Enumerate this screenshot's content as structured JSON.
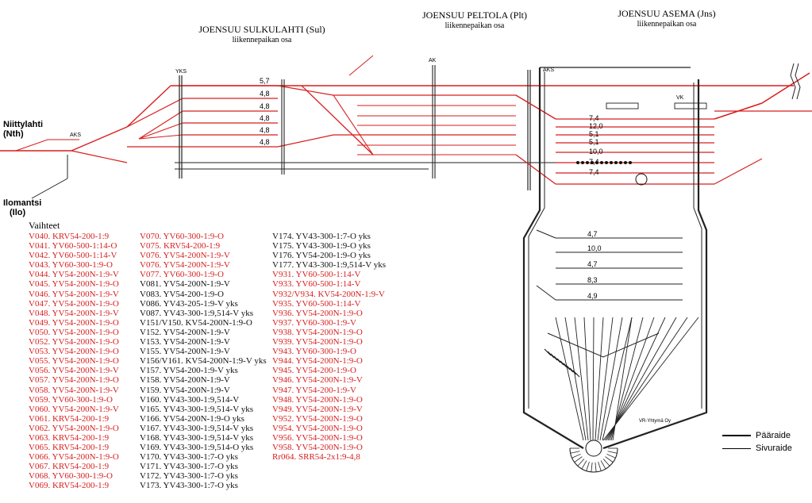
{
  "stations": {
    "sulkulahti": {
      "name": "JOENSUU SULKULAHTI (Sul)",
      "sub": "liikennepaikan osa"
    },
    "peltola": {
      "name": "JOENSUU PELTOLA (Plt)",
      "sub": "liikennepaikan osa"
    },
    "asema": {
      "name": "JOENSUU ASEMA (Jns)",
      "sub": "liikennepaikan osa"
    }
  },
  "places": {
    "niittylahti": "Niittylahti",
    "niittylahti_code": "(Nth)",
    "ilomantsi": "Ilomantsi",
    "ilomantsi_code": "(Ilo)"
  },
  "vaihteet": {
    "title": "Vaihteet",
    "col1": [
      {
        "t": "V040. KRV54-200-1:9",
        "c": "red"
      },
      {
        "t": "V041. YV60-500-1:14-O",
        "c": "red"
      },
      {
        "t": "V042. YV60-500-1:14-V",
        "c": "red"
      },
      {
        "t": "V043. YV60-300-1:9-O",
        "c": "red"
      },
      {
        "t": "V044. YV54-200N-1:9-V",
        "c": "red"
      },
      {
        "t": "V045. YV54-200N-1:9-O",
        "c": "red"
      },
      {
        "t": "V046. YV54-200N-1:9-V",
        "c": "red"
      },
      {
        "t": "V047. YV54-200N-1:9-O",
        "c": "red"
      },
      {
        "t": "V048. YV54-200N-1:9-V",
        "c": "red"
      },
      {
        "t": "V049. YV54-200N-1:9-O",
        "c": "red"
      },
      {
        "t": "V050. YV54-200N-1:9-O",
        "c": "red"
      },
      {
        "t": "V052. YV54-200N-1:9-O",
        "c": "red"
      },
      {
        "t": "V053. YV54-200N-1:9-O",
        "c": "red"
      },
      {
        "t": "V055. YV54-200N-1:9-O",
        "c": "red"
      },
      {
        "t": "V056. YV54-200N-1:9-V",
        "c": "red"
      },
      {
        "t": "V057. YV54-200N-1:9-O",
        "c": "red"
      },
      {
        "t": "V058. YV54-200N-1:9-V",
        "c": "red"
      },
      {
        "t": "V059. YV60-300-1:9-O",
        "c": "red"
      },
      {
        "t": "V060. YV54-200N-1:9-V",
        "c": "red"
      },
      {
        "t": "V061. KRV54-200-1:9",
        "c": "red"
      },
      {
        "t": "V062. YV54-200N-1:9-O",
        "c": "red"
      },
      {
        "t": "V063. KRV54-200-1:9",
        "c": "red"
      },
      {
        "t": "V065. KRV54-200-1:9",
        "c": "red"
      },
      {
        "t": "V066. YV54-200N-1:9-O",
        "c": "red"
      },
      {
        "t": "V067. KRV54-200-1:9",
        "c": "red"
      },
      {
        "t": "V068. YV60-300-1:9-O",
        "c": "red"
      },
      {
        "t": "V069. KRV54-200-1:9",
        "c": "red"
      }
    ],
    "col2": [
      {
        "t": "V070. YV60-300-1:9-O",
        "c": "red"
      },
      {
        "t": "V075. KRV54-200-1:9",
        "c": "red"
      },
      {
        "t": "V076. YV54-200N-1:9-V",
        "c": "red"
      },
      {
        "t": "V076. YV54-200N-1:9-V",
        "c": "red"
      },
      {
        "t": "V077. YV60-300-1:9-O",
        "c": "red"
      },
      {
        "t": "V081. YV54-200N-1:9-V",
        "c": "blk"
      },
      {
        "t": "V083. YV54-200-1:9-O",
        "c": "blk"
      },
      {
        "t": "V086. YV43-205-1:9-V yks",
        "c": "blk"
      },
      {
        "t": "V087. YV43-300-1:9,514-V yks",
        "c": "blk"
      },
      {
        "t": "V151/V150. KV54-200N-1:9-O",
        "c": "blk"
      },
      {
        "t": "V152. YV54-200N-1:9-V",
        "c": "blk"
      },
      {
        "t": "V153. YV54-200N-1:9-V",
        "c": "blk"
      },
      {
        "t": "V155. YV54-200N-1:9-V",
        "c": "blk"
      },
      {
        "t": "V156/V161. KV54-200N-1:9-V yks",
        "c": "blk"
      },
      {
        "t": "V157. YV54-200-1:9-V yks",
        "c": "blk"
      },
      {
        "t": "V158. YV54-200N-1:9-V",
        "c": "blk"
      },
      {
        "t": "V159. YV54-200N-1:9-V",
        "c": "blk"
      },
      {
        "t": "V160. YV43-300-1:9,514-V",
        "c": "blk"
      },
      {
        "t": "V165. YV43-300-1:9,514-V yks",
        "c": "blk"
      },
      {
        "t": "V166. YV54-200N-1:9-O yks",
        "c": "blk"
      },
      {
        "t": "V167. YV43-300-1:9,514-V yks",
        "c": "blk"
      },
      {
        "t": "V168. YV43-300-1:9,514-V yks",
        "c": "blk"
      },
      {
        "t": "V169. YV43-300-1:9,514-O yks",
        "c": "blk"
      },
      {
        "t": "V170. YV43-300-1:7-O yks",
        "c": "blk"
      },
      {
        "t": "V171. YV43-300-1:7-O yks",
        "c": "blk"
      },
      {
        "t": "V172. YV43-300-1:7-O yks",
        "c": "blk"
      },
      {
        "t": "V173. YV43-300-1:7-O yks",
        "c": "blk"
      }
    ],
    "col3": [
      {
        "t": "V174. YV43-300-1:7-O yks",
        "c": "blk"
      },
      {
        "t": "V175. YV43-300-1:9-O yks",
        "c": "blk"
      },
      {
        "t": "V176. YV54-200-1:9-O yks",
        "c": "blk"
      },
      {
        "t": "V177. YV43-300-1:9,514-V yks",
        "c": "blk"
      },
      {
        "t": "V931. YV60-500-1:14-V",
        "c": "red"
      },
      {
        "t": "V933. YV60-500-1:14-V",
        "c": "red"
      },
      {
        "t": "V932/V934. KV54-200N-1:9-V",
        "c": "red"
      },
      {
        "t": "V935. YV60-500-1:14-V",
        "c": "red"
      },
      {
        "t": "V936. YV54-200N-1:9-O",
        "c": "red"
      },
      {
        "t": "V937. YV60-300-1:9-V",
        "c": "red"
      },
      {
        "t": "V938. YV54-200N-1:9-O",
        "c": "red"
      },
      {
        "t": "V939. YV54-200N-1:9-O",
        "c": "red"
      },
      {
        "t": "V943. YV60-300-1:9-O",
        "c": "red"
      },
      {
        "t": "V944. YV54-200N-1:9-O",
        "c": "red"
      },
      {
        "t": "V945. YV54-200-1:9-O",
        "c": "red"
      },
      {
        "t": "V946. YV54-200N-1:9-V",
        "c": "red"
      },
      {
        "t": "V947. YV54-200-1:9-V",
        "c": "red"
      },
      {
        "t": "V948. YV54-200N-1:9-O",
        "c": "red"
      },
      {
        "t": "V949. YV54-200N-1:9-V",
        "c": "red"
      },
      {
        "t": "V952. YV54-200N-1:9-O",
        "c": "red"
      },
      {
        "t": "V954. YV54-200N-1:9-O",
        "c": "red"
      },
      {
        "t": "V956. YV54-200N-1:9-O",
        "c": "red"
      },
      {
        "t": "V958. YV54-200N-1:9-O",
        "c": "red"
      },
      {
        "t": "Rr064. SRR54-2x1:9-4,8",
        "c": "red"
      }
    ]
  },
  "legend": {
    "main": "Pääraide",
    "side": "Sivuraide"
  },
  "track_labels": {
    "yks": "YKS",
    "ak": "AK",
    "aks": "AKS",
    "vk": "VK",
    "vr": "VR-Yhtymä Oy",
    "rowvals_sul": [
      "5,7",
      "4,8",
      "4,8",
      "4,8",
      "4,8",
      "4,8"
    ],
    "rowvals_jns": [
      "7,4",
      "12,0",
      "5,1",
      "5,1",
      "10,0",
      "7,4",
      "7,4"
    ],
    "rowvals_depot": [
      "4,7",
      "10,0",
      "4,7",
      "8,3",
      "4,9"
    ]
  },
  "colors": {
    "main_track": "#d81e1e",
    "side_track": "#222222"
  }
}
